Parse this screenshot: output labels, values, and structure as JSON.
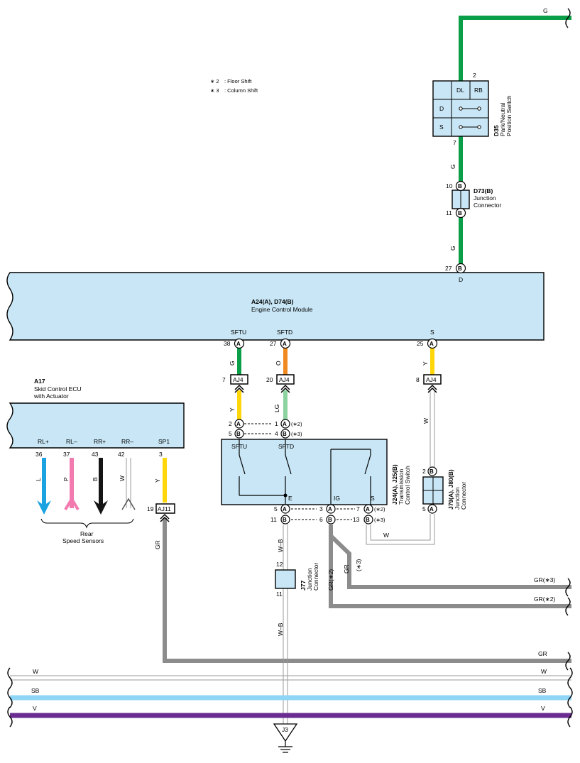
{
  "notes": [
    {
      "mark": "∗ 2",
      "text": ": Floor Shift"
    },
    {
      "mark": "∗ 3",
      "text": ": Column Shift"
    }
  ],
  "wire_colors": {
    "G": "#0a9e48",
    "O": "#f08a20",
    "LG": "#8cd3a0",
    "Y": "#ffd60a",
    "L": "#1aa3e0",
    "P": "#f27aaf",
    "B": "#141414",
    "W": "#ffffff",
    "GR": "#8c8c8c",
    "SB": "#8fd5f5",
    "V": "#6b2c91",
    "W-B": "#ffffff",
    "component_fill": "#c8e6f5"
  },
  "components": {
    "d35": {
      "code": "D35",
      "name_l1": "Park/Neutral",
      "name_l2": "Position Switch",
      "cols": [
        "DL",
        "RB"
      ],
      "rows": [
        "D",
        "S"
      ],
      "pin_in": "2",
      "pin_out": "7"
    },
    "d73": {
      "code": "D73(B)",
      "name_l1": "Junction",
      "name_l2": "Connector",
      "pin_top": "10",
      "pin_bottom": "11",
      "pin_letter": "B"
    },
    "ecm": {
      "code": "A24(A), D74(B)",
      "name": "Engine Control Module",
      "top_pin": "27",
      "top_pin_letter": "B",
      "top_label": "D",
      "bottom_pins": [
        {
          "num": "38",
          "letter": "A",
          "label": "SFTU"
        },
        {
          "num": "27",
          "letter": "A",
          "label": "SFTD"
        },
        {
          "num": "25",
          "letter": "A",
          "label": "S"
        }
      ]
    },
    "a17": {
      "code": "A17",
      "name_l1": "Skid Control ECU",
      "name_l2": "with Actuator",
      "pins": [
        {
          "num": "36",
          "label": "RL+"
        },
        {
          "num": "37",
          "label": "RL–"
        },
        {
          "num": "43",
          "label": "RR+"
        },
        {
          "num": "42",
          "label": "RR–"
        },
        {
          "num": "3",
          "label": "SP1"
        }
      ],
      "sensor_l1": "Rear",
      "sensor_l2": "Speed Sensors"
    },
    "aj4": [
      {
        "pin": "7",
        "code": "AJ4"
      },
      {
        "pin": "20",
        "code": "AJ4"
      },
      {
        "pin": "8",
        "code": "AJ4"
      }
    ],
    "aj11": {
      "pin": "19",
      "code": "AJ11"
    },
    "tcs": {
      "code": "J24(A), J25(B)",
      "name_l1": "Transmission",
      "name_l2": "Control Switch",
      "labels": [
        "SFTU",
        "SFTD",
        "E",
        "IG",
        "S"
      ],
      "top_pins": [
        {
          "num": "2",
          "letter": "A"
        },
        {
          "num": "5",
          "letter": "B"
        },
        {
          "num": "1",
          "letter": "A",
          "note": "(∗2)"
        },
        {
          "num": "4",
          "letter": "B",
          "note": "(∗3)"
        }
      ],
      "bottom_pins": [
        {
          "num": "5",
          "letter": "A"
        },
        {
          "num": "11",
          "letter": "B"
        },
        {
          "num": "3",
          "letter": "A"
        },
        {
          "num": "6",
          "letter": "B"
        },
        {
          "num": "7",
          "letter": "A",
          "note": "(∗2)"
        },
        {
          "num": "13",
          "letter": "B",
          "note": "(∗3)"
        }
      ]
    },
    "j79": {
      "code": "J79(A), J80(B)",
      "name_l1": "Junction",
      "name_l2": "Connector",
      "pin_top": "2",
      "pin_top_letter": "B",
      "pin_bottom": "5",
      "pin_bottom_letter": "A"
    },
    "j77": {
      "code": "J77",
      "name_l1": "Junction",
      "name_l2": "Connector",
      "pin_top": "12",
      "pin_bottom": "11"
    },
    "ground": {
      "code": "J3"
    }
  },
  "wire_labels": {
    "g_top": "G",
    "g1": "G",
    "g2": "G",
    "g3": "G",
    "o": "O",
    "y_sftu": "Y",
    "lg": "LG",
    "y_s": "Y",
    "w_s": "W",
    "l": "L",
    "p": "P",
    "b": "B",
    "w": "W",
    "y_sp1": "Y",
    "gr_sp1": "GR",
    "wb1": "W–B",
    "wb2": "W–B",
    "gr2_v": "GR(∗2)",
    "gr3_v_a": "GR",
    "gr3_v_b": "(∗3)",
    "w_bottom": "W",
    "gr3_right": "GR(∗3)",
    "gr2_right": "GR(∗2)",
    "gr_right": "GR",
    "bus_w_l": "W",
    "bus_w_r": "W",
    "bus_sb_l": "SB",
    "bus_sb_r": "SB",
    "bus_v_l": "V",
    "bus_v_r": "V"
  }
}
